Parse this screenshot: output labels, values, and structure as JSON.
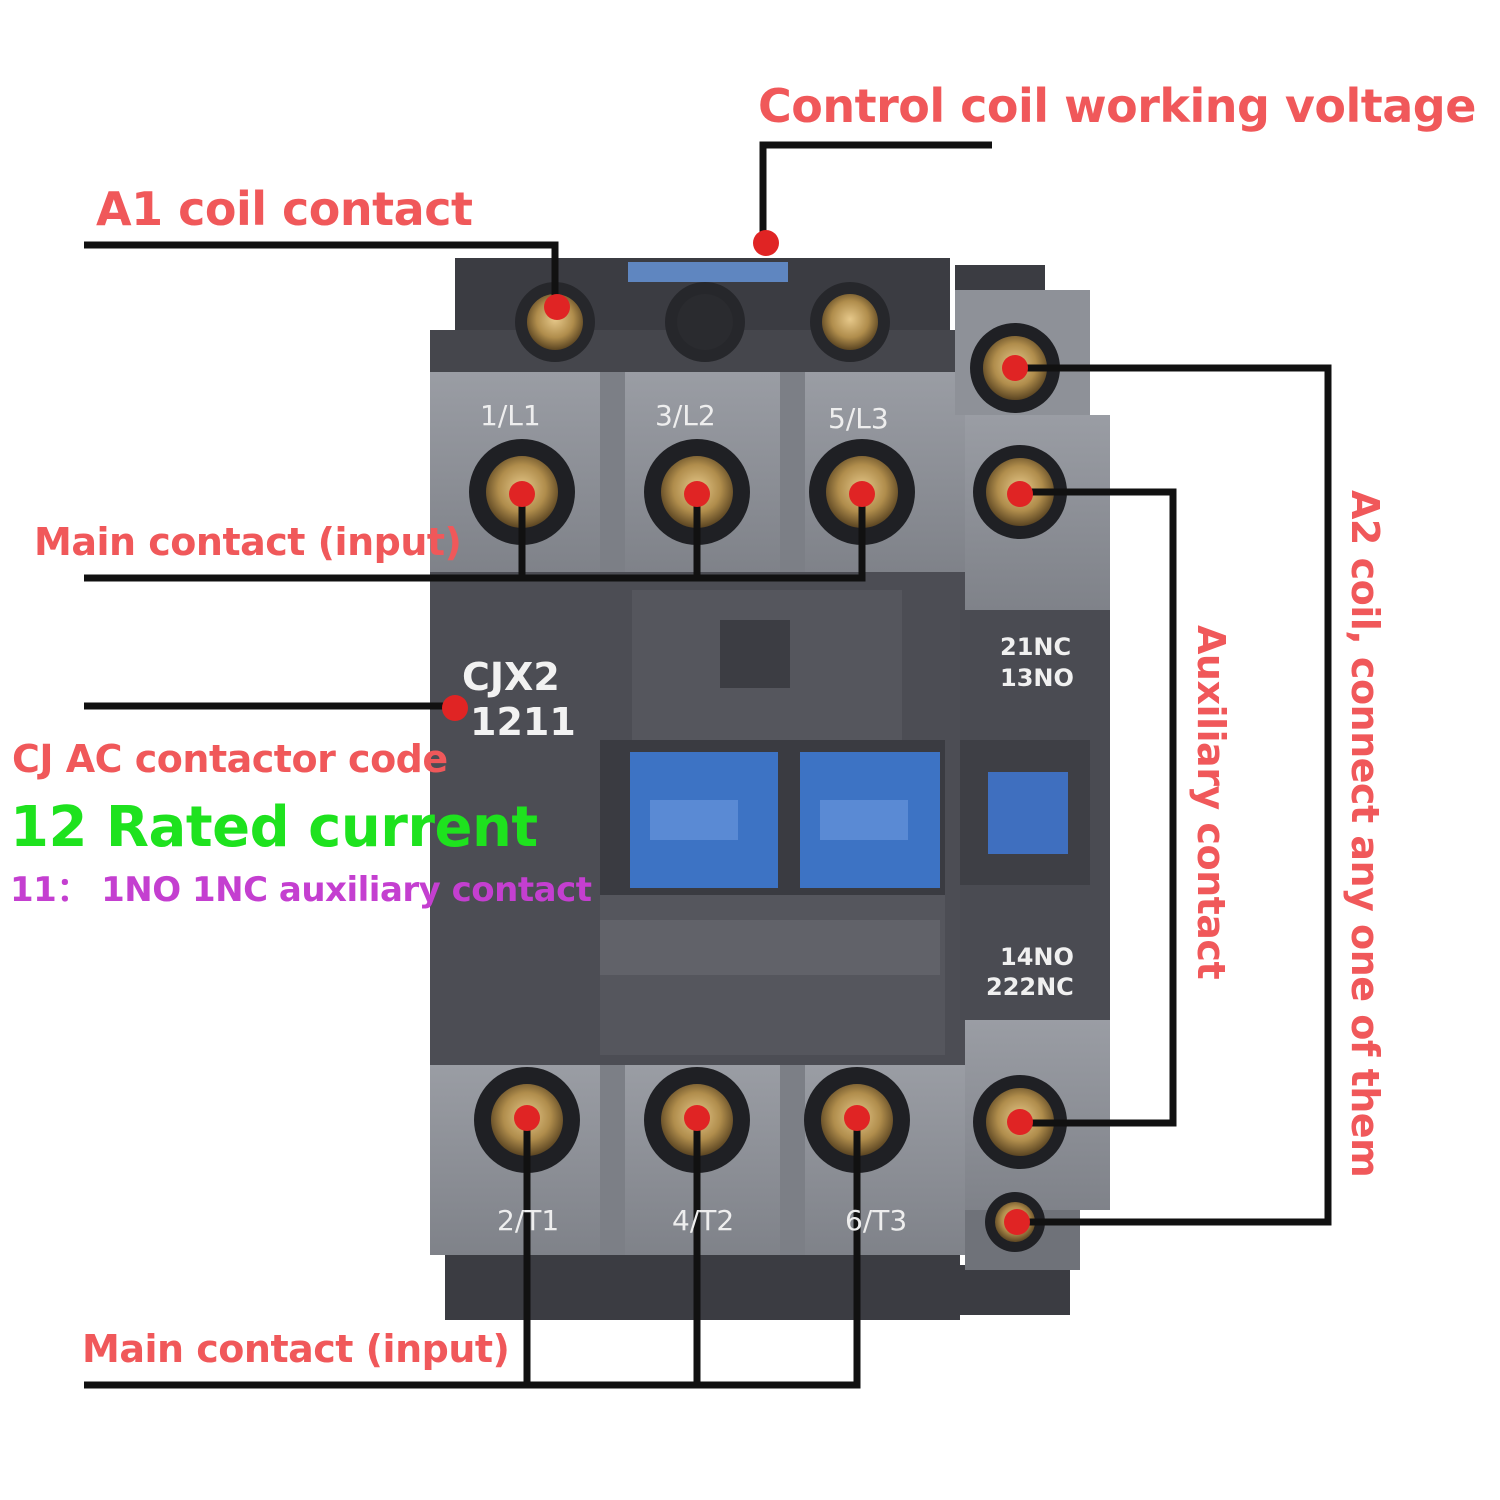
{
  "labels": {
    "control_coil_voltage": "Control coil working voltage",
    "a1_coil_contact": "A1 coil contact",
    "main_contact_top": "Main contact (input)",
    "contactor_code": "CJ AC contactor code",
    "rated_current": "12 Rated current",
    "aux_contact_desc": "11： 1NO 1NC auxiliary contact",
    "main_contact_bottom": "Main contact (input)",
    "auxiliary_contact": "Auxiliary  contact",
    "a2_coil": "A2 coil, connect any one of them"
  },
  "device": {
    "model_line1": "CJX2",
    "model_line2": "1211",
    "terminals_top": [
      "1/L1",
      "3/L2",
      "5/L3"
    ],
    "terminals_bottom": [
      "2/T1",
      "4/T2",
      "6/T3"
    ],
    "aux_top_line1": "21NC",
    "aux_top_line2": "13NO",
    "aux_bottom_line1": "14NO",
    "aux_bottom_line2": "222NC"
  },
  "colors": {
    "label_red": "#f0585a",
    "rated_green": "#1ee21e",
    "aux_purple": "#c43fd0",
    "marker_red": "#e02424",
    "housing_dark": "#4a4b52",
    "housing_light": "#8c8f96",
    "armature_blue": "#3d73c4"
  }
}
